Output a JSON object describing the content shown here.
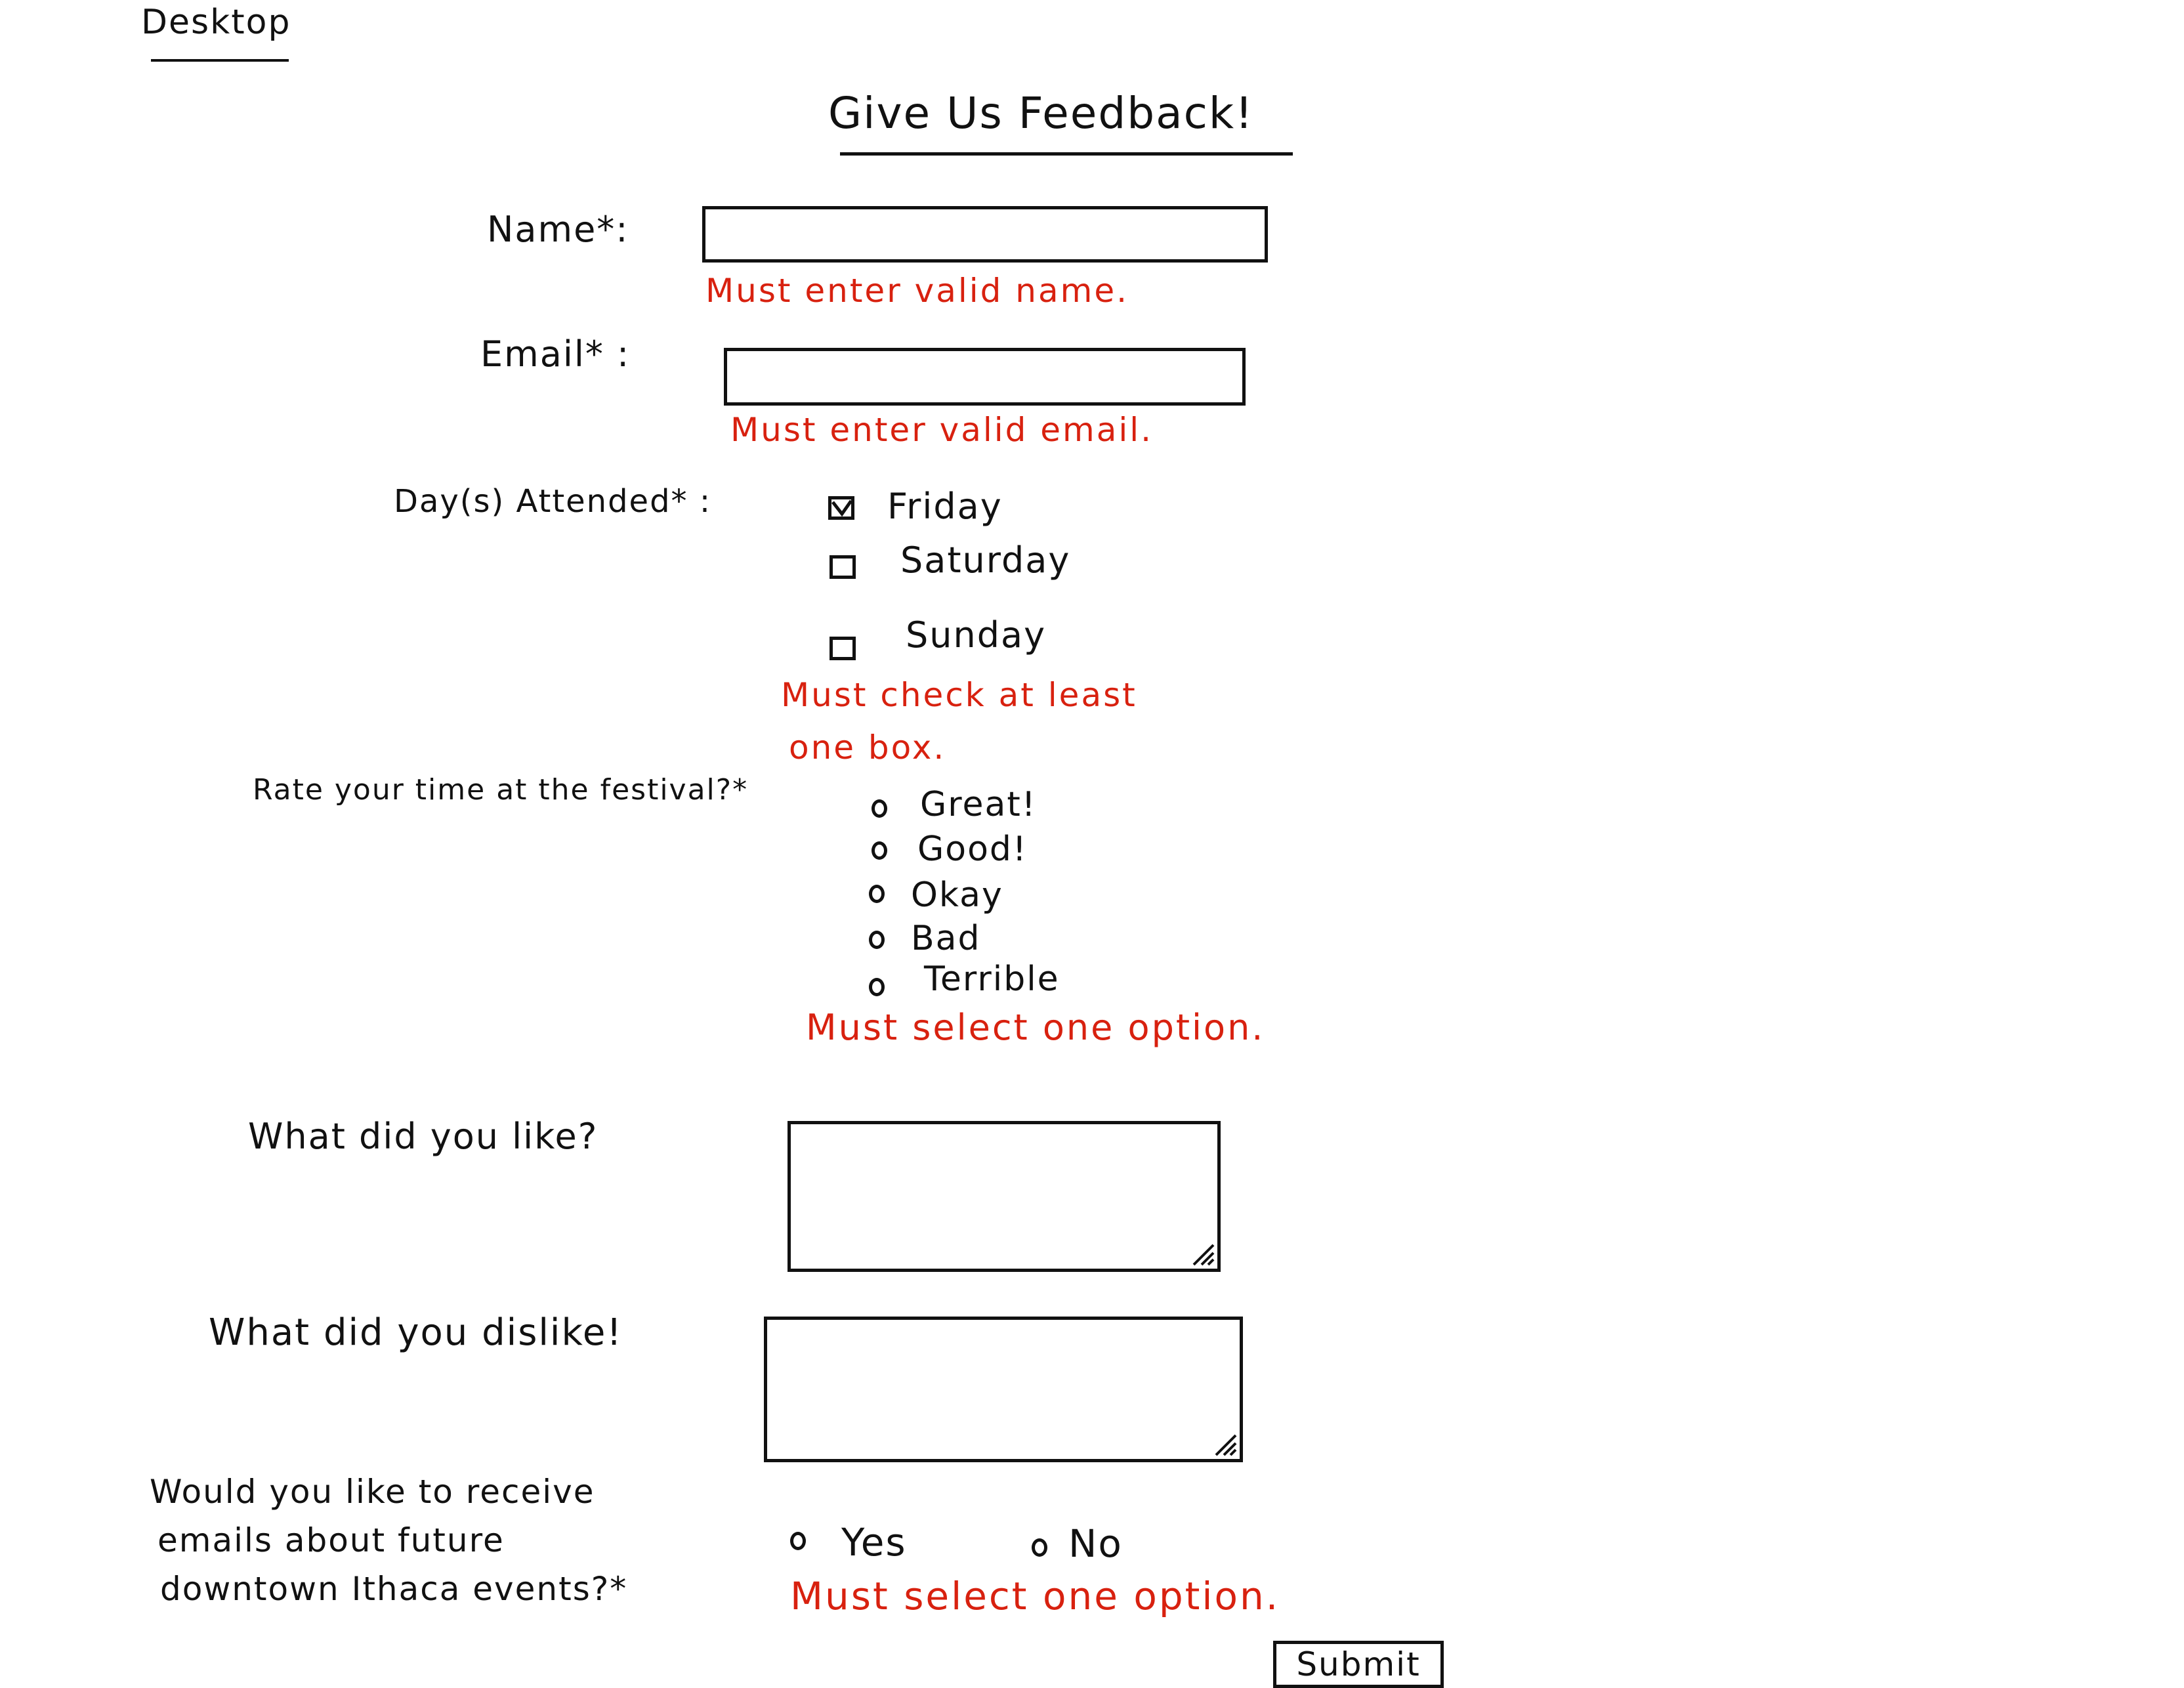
{
  "page_label": "Desktop",
  "title": "Give Us Feedback!",
  "form": {
    "name": {
      "label": "Name*:",
      "error": "Must enter valid name."
    },
    "email": {
      "label": "Email* :",
      "error": "Must enter valid email."
    },
    "days": {
      "label": "Day(s) Attended* :",
      "options": [
        "Friday",
        "Saturday",
        "Sunday"
      ],
      "checked": [
        true,
        false,
        false
      ],
      "error_line1": "Must check at least",
      "error_line2": "one box."
    },
    "rating": {
      "label": "Rate your time at the festival?*",
      "options": [
        "Great!",
        "Good!",
        "Okay",
        "Bad",
        "Terrible"
      ],
      "error": "Must select one option."
    },
    "liked": {
      "label": "What did you like?"
    },
    "disliked": {
      "label": "What did you dislike!"
    },
    "emails": {
      "label_line1": "Would you like to receive",
      "label_line2": "emails about future",
      "label_line3": "downtown Ithaca events?*",
      "options": [
        "Yes",
        "No"
      ],
      "error": "Must select one option."
    },
    "submit_label": "Submit"
  },
  "colors": {
    "ink": "#111111",
    "error": "#d8210f",
    "paper": "#ffffff"
  }
}
